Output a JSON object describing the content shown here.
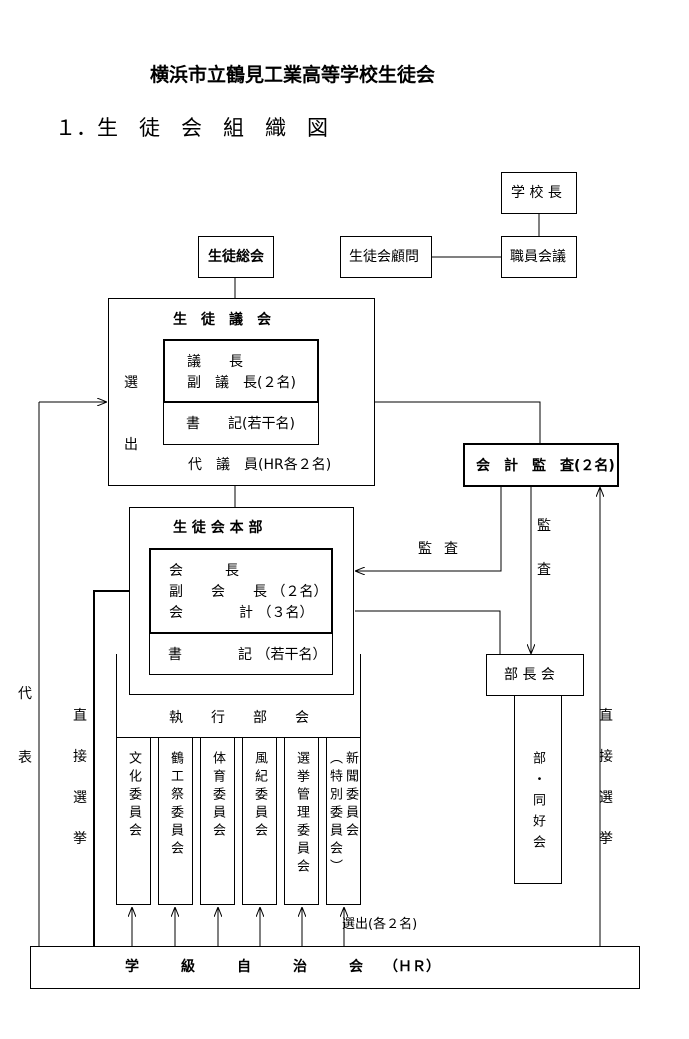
{
  "title": "横浜市立鶴見工業高等学校生徒会",
  "section_title": "１．生　徒　会　組　織　図",
  "principal": "学 校 長",
  "staff_meeting": "職員会議",
  "advisor": "生徒会顧問",
  "general_assembly": "生徒総会",
  "council": {
    "title": "生　徒　議　会",
    "chair": "議　　長",
    "vice_chair": "副　議　長(２名)",
    "secretary": "書　　記(若干名)",
    "representatives": "代　議　員(HR各２名)",
    "elect_1": "選",
    "elect_2": "出"
  },
  "audit": {
    "title": "会　計　監　査(２名)",
    "label_h_1": "監",
    "label_h_2": "査",
    "label_v_1": "監",
    "label_v_2": "査"
  },
  "headquarters": {
    "title": "生 徒 会 本 部",
    "president": "会　　　長",
    "vice_president": "副　　会　　長 （２名）",
    "treasurer": "会　　　　計 （３名）",
    "secretary": "書　　　　記 （若干名）"
  },
  "club_heads": "部 長 会",
  "clubs": "部・同好会",
  "executive": "執　　行　　部　　会",
  "committees": [
    "文化委員会",
    "鶴工祭委員会",
    "体育委員会",
    "風紀委員会",
    "選挙管理委員会"
  ],
  "special_committee": {
    "col1": "新聞委員会",
    "col2": "︵特別委員会︶"
  },
  "side_labels": {
    "representative": [
      "代",
      "表"
    ],
    "direct_election_left": [
      "直",
      "接",
      "選",
      "挙"
    ],
    "direct_election_right": [
      "直",
      "接",
      "選",
      "挙"
    ]
  },
  "election_note": "選出(各２名)",
  "homeroom": "学　　　級　　　自　　　治　　　会　　（ＨＲ）"
}
